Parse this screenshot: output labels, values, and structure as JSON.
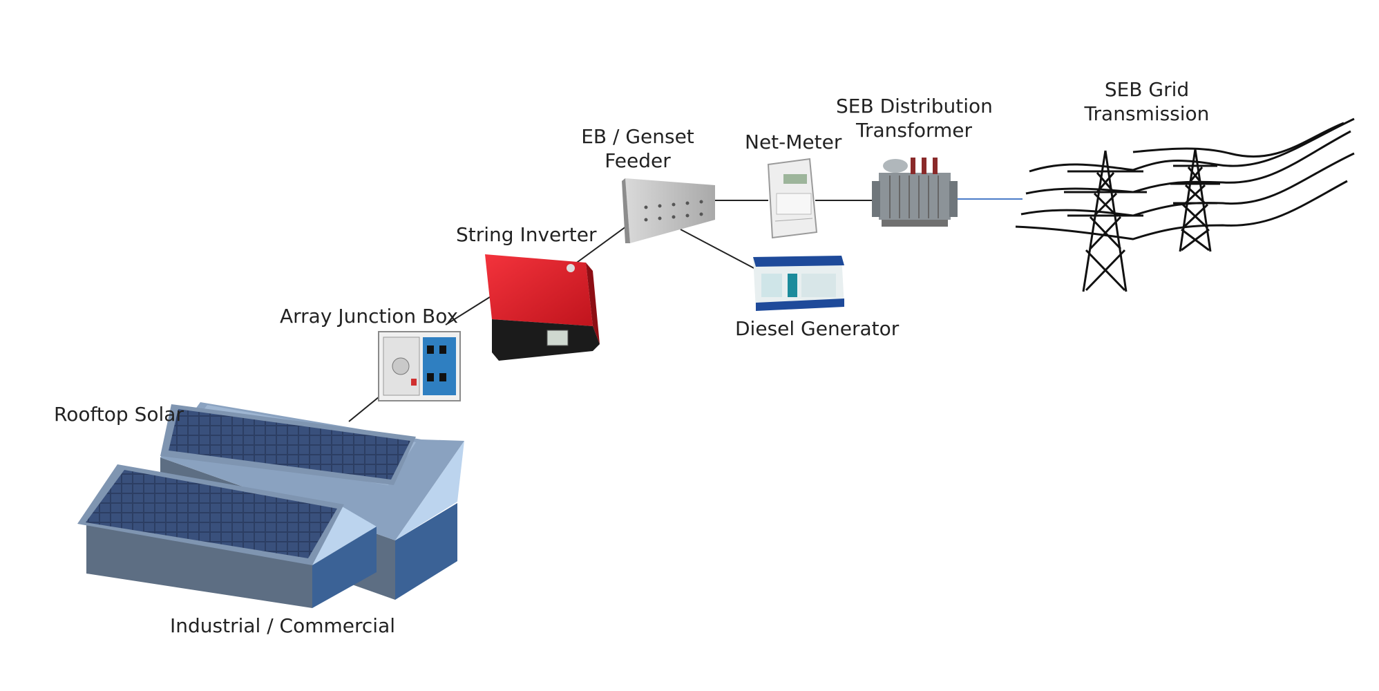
{
  "labels": {
    "rooftop_solar": "Rooftop Solar",
    "industrial_commercial": "Industrial / Commercial",
    "array_junction_box": "Array Junction Box",
    "string_inverter": "String Inverter",
    "feeder_line1": "EB / Genset",
    "feeder_line2": "Feeder",
    "net_meter": "Net-Meter",
    "transformer_line1": "SEB Distribution",
    "transformer_line2": "Transformer",
    "diesel_generator": "Diesel Generator",
    "grid_line1": "SEB Grid",
    "grid_line2": "Transmission"
  },
  "colors": {
    "roof_face": "#3a5f8f",
    "roof_side": "#5a6f86",
    "panel_frame": "#7d8fa6",
    "panel_cell": "#2c3e63",
    "inverter_red": "#e0202a",
    "inverter_black": "#1b1b1b",
    "wire": "#222222",
    "grid_wire": "#4a7bc8"
  },
  "icons": [
    "solar-panel-icon",
    "junction-box-icon",
    "inverter-icon",
    "feeder-panel-icon",
    "meter-icon",
    "transformer-icon",
    "generator-icon",
    "transmission-tower-icon"
  ]
}
